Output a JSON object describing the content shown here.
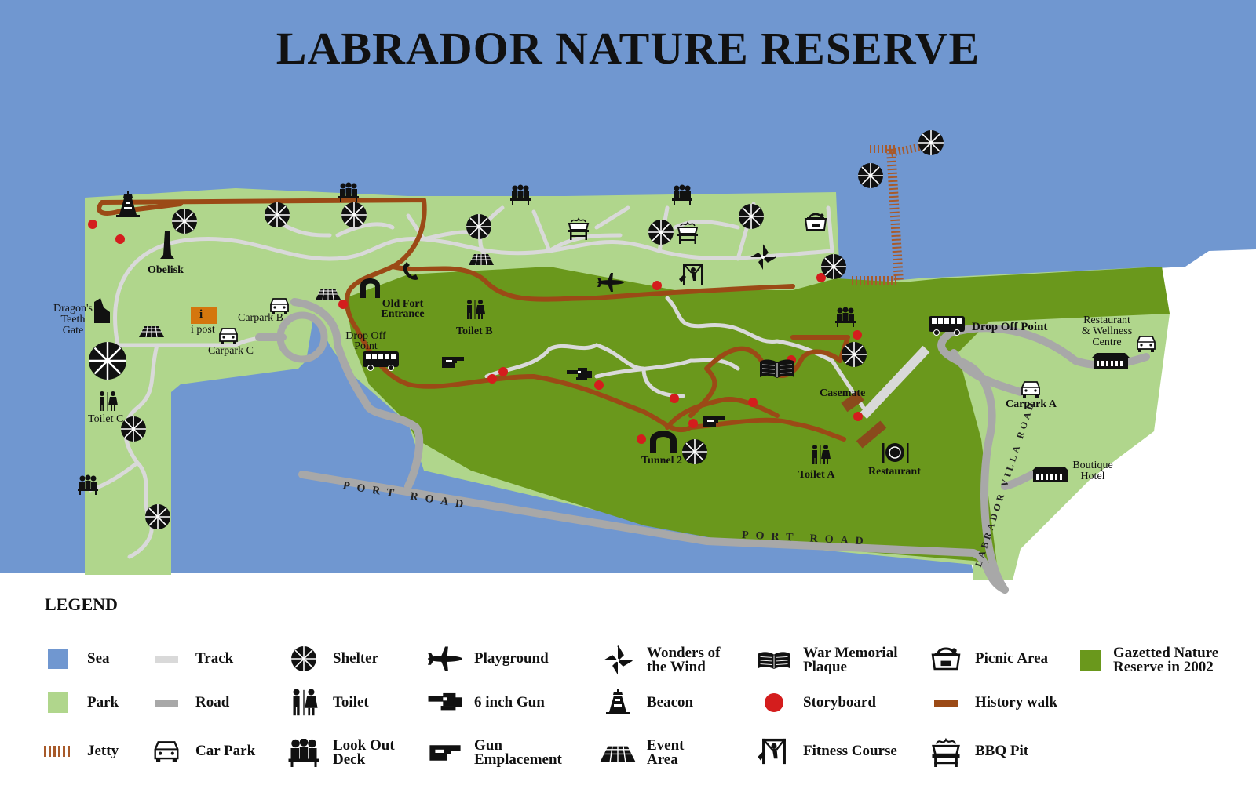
{
  "title": "LABRADOR NATURE RESERVE",
  "colors": {
    "sea": "#7097d0",
    "park": "#b0d68c",
    "reserve": "#6a981c",
    "track": "#d9d9d9",
    "road": "#a8a8a8",
    "history_walk": "#9b4a16",
    "storyboard": "#d41d1d",
    "jetty": "#a85a2a",
    "ipost": "#d4760e"
  },
  "map_labels": {
    "obelisk": "Obelisk",
    "dragons_teeth": "Dragon's\nTeeth\nGate",
    "ipost_icon": "i",
    "ipost": "i post",
    "carpark_b": "Carpark B",
    "carpark_c": "Carpark C",
    "toilet_c": "Toilet C",
    "old_fort": "Old Fort\nEntrance",
    "drop_off_left": "Drop Off\nPoint",
    "toilet_b": "Toilet B",
    "tunnel_2": "Tunnel 2",
    "casemate": "Casemate",
    "toilet_a": "Toilet A",
    "restaurant": "Restaurant",
    "drop_off_right": "Drop Off Point",
    "restaurant_wellness": "Restaurant\n& Wellness\nCentre",
    "carpark_a": "Carpark A",
    "boutique_hotel": "Boutique\nHotel",
    "port_road_1": "PORT ROAD",
    "port_road_2": "PORT ROAD",
    "labrador_villa_road": "LABRADOR VILLA ROAD"
  },
  "legend": {
    "title": "LEGEND",
    "items": [
      {
        "label": "Sea",
        "icon": "sea-swatch"
      },
      {
        "label": "Park",
        "icon": "park-swatch"
      },
      {
        "label": "Jetty",
        "icon": "jetty-icon"
      },
      {
        "label": "Track",
        "icon": "track-line"
      },
      {
        "label": "Road",
        "icon": "road-line"
      },
      {
        "label": "Car Park",
        "icon": "car-icon"
      },
      {
        "label": "Shelter",
        "icon": "shelter-icon"
      },
      {
        "label": "Toilet",
        "icon": "toilet-icon"
      },
      {
        "label": "Look Out\nDeck",
        "icon": "lookout-deck-icon"
      },
      {
        "label": "Playground",
        "icon": "plane-icon"
      },
      {
        "label": "6 inch Gun",
        "icon": "six-inch-gun-icon"
      },
      {
        "label": "Gun\nEmplacement",
        "icon": "gun-emplacement-icon"
      },
      {
        "label": "Wonders of\nthe Wind",
        "icon": "pinwheel-icon"
      },
      {
        "label": "Beacon",
        "icon": "beacon-icon"
      },
      {
        "label": "Event\nArea",
        "icon": "event-area-icon"
      },
      {
        "label": "War Memorial\nPlaque",
        "icon": "book-icon"
      },
      {
        "label": "Storyboard",
        "icon": "storyboard-dot-icon"
      },
      {
        "label": "Fitness Course",
        "icon": "fitness-icon"
      },
      {
        "label": "Picnic Area",
        "icon": "picnic-basket-icon"
      },
      {
        "label": "History walk",
        "icon": "history-walk-line"
      },
      {
        "label": "BBQ Pit",
        "icon": "bbq-pit-icon"
      },
      {
        "label": "Gazetted Nature\nReserve in 2002",
        "icon": "reserve-swatch"
      }
    ]
  }
}
